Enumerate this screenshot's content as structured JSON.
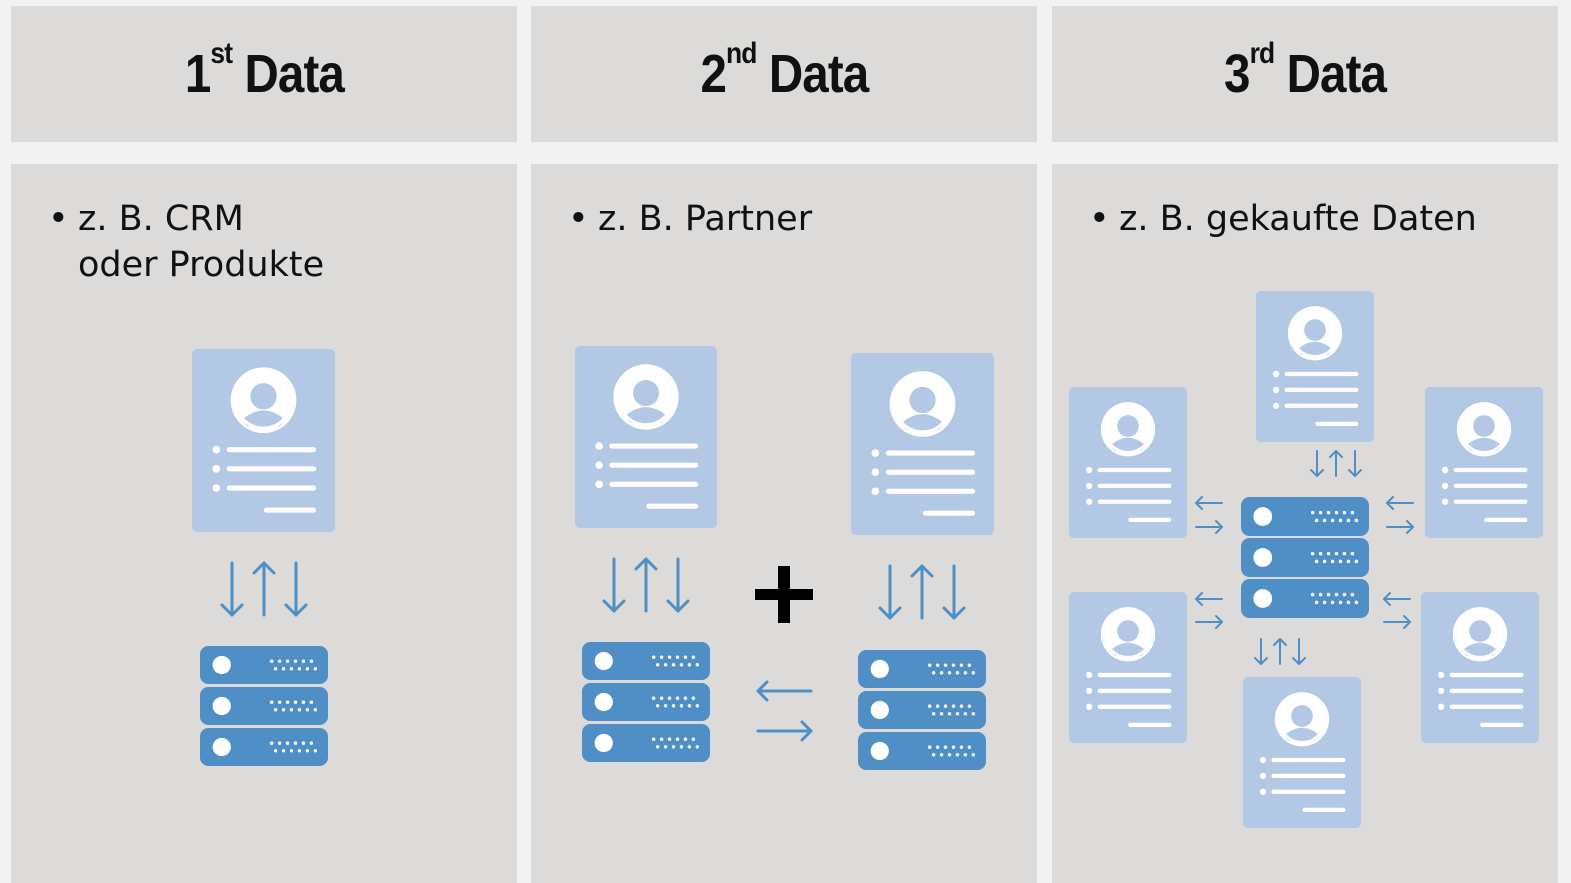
{
  "columns": [
    {
      "number": "1",
      "suffix": "st",
      "word": "Data",
      "bullet": "•",
      "lines": [
        "z. B. CRM",
        "oder Produkte"
      ]
    },
    {
      "number": "2",
      "suffix": "nd",
      "word": "Data",
      "bullet": "•",
      "lines": [
        "z. B. Partner"
      ]
    },
    {
      "number": "3",
      "suffix": "rd",
      "word": "Data",
      "bullet": "•",
      "lines": [
        "z. B. gekaufte Daten"
      ]
    }
  ],
  "colors": {
    "panel": "#dcdbd9",
    "card": "#b3c8e5",
    "server": "#4f8fc6",
    "arrow": "#4f8fc6",
    "plus": "#000000"
  },
  "icons": [
    "user-profile-card-icon",
    "server-rack-icon",
    "sync-arrows-icon",
    "exchange-arrows-icon",
    "plus-icon"
  ]
}
